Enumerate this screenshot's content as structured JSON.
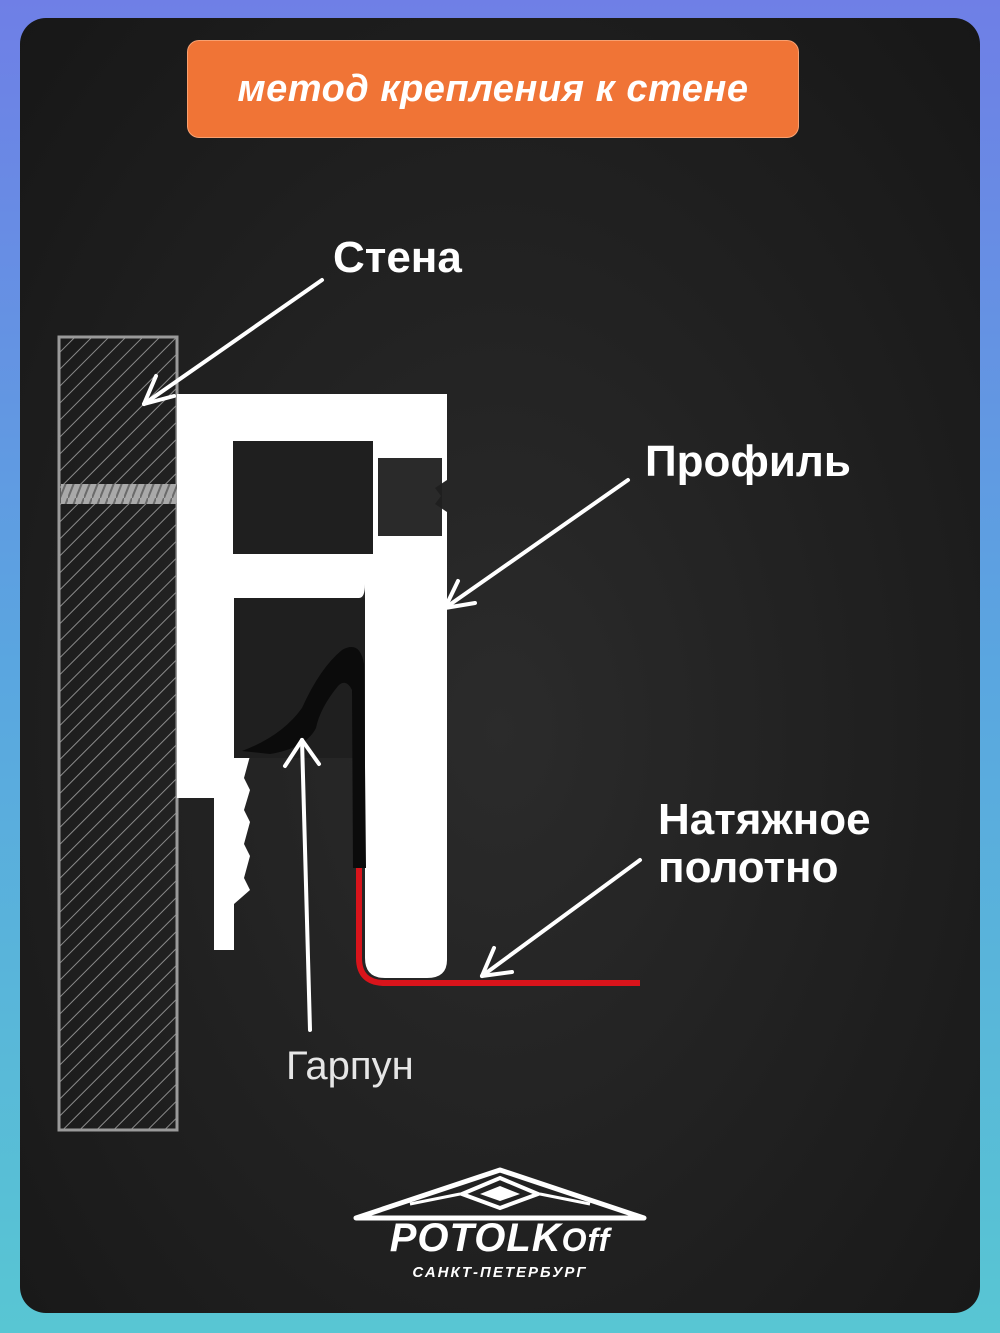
{
  "header": {
    "title": "метод крепления к стене"
  },
  "labels": {
    "wall": "Стена",
    "profile": "Профиль",
    "membrane_line1": "Натяжное",
    "membrane_line2": "полотно",
    "harpoon": "Гарпун"
  },
  "logo": {
    "name_main": "POTOLK",
    "name_suffix": "Off",
    "city": "САНКТ-ПЕТЕРБУРГ"
  },
  "colors": {
    "title_bg": "#f07436",
    "membrane": "#d9141b",
    "background": "#1f1f1f",
    "frame_gradient_top": "#6f7fe6",
    "frame_gradient_bottom": "#58c6d3"
  }
}
